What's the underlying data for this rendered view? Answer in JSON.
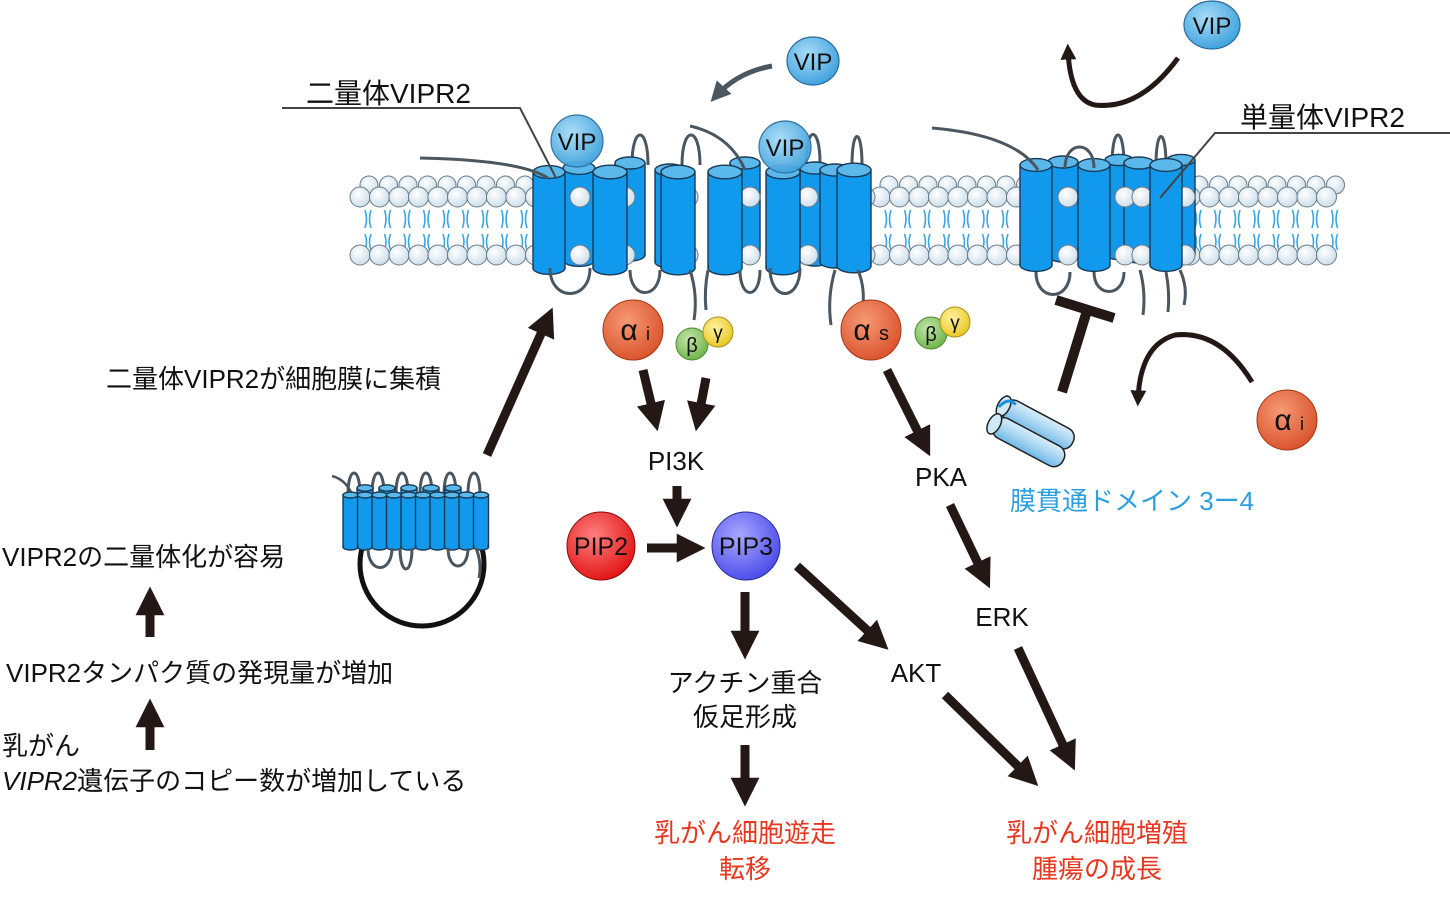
{
  "labels": {
    "dimer_vipr2": "二量体VIPR2",
    "monomer_vipr2": "単量体VIPR2",
    "vip": "VIP",
    "alpha_i": "αi",
    "alpha_s": "αs",
    "beta": "β",
    "gamma": "γ",
    "pi3k": "PI3K",
    "pip2": "PIP2",
    "pip3": "PIP3",
    "pka": "PKA",
    "erk": "ERK",
    "akt": "AKT",
    "actin_line1": "アクチン重合",
    "actin_line2": "仮足形成",
    "migration_line1": "乳がん細胞遊走",
    "migration_line2": "転移",
    "proliferation_line1": "乳がん細胞増殖",
    "proliferation_line2": "腫瘍の成長",
    "tm_domain": "膜貫通ドメイン 3ー4",
    "dimer_accumulate": "二量体VIPR2が細胞膜に集積",
    "dimerization_easy": "VIPR2の二量体化が容易",
    "protein_increase": "VIPR2タンパク質の発現量が増加",
    "breast_cancer": "乳がん",
    "gene_italic": "VIPR2",
    "gene_copy": "遺伝子のコピー数が増加している"
  },
  "colors": {
    "helix": "#1199ee",
    "helix_top": "#5ab8ea",
    "vip": "#4aaee6",
    "alpha": "#e2603a",
    "beta": "#7cc05a",
    "gamma": "#f2d23a",
    "pip2": "#e82020",
    "pip3": "#5a5af0",
    "outcome_red": "#e8361f",
    "tm_blue": "#2a9fe0",
    "arrow": "#231815",
    "loop": "#4a5660"
  }
}
